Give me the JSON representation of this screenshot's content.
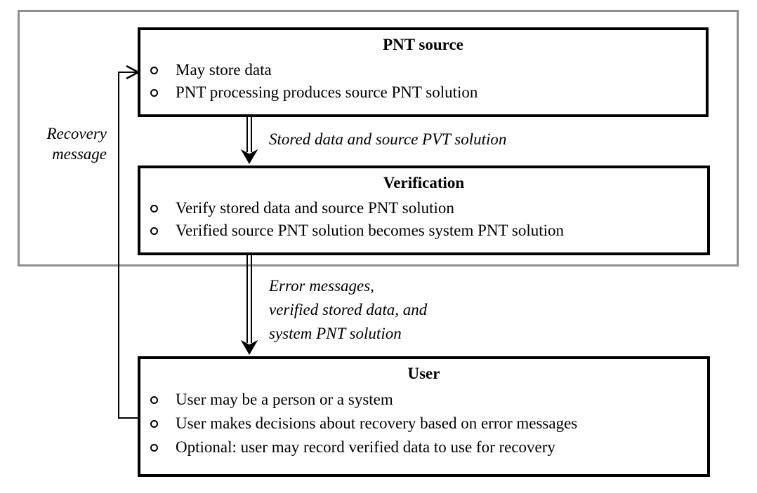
{
  "colors": {
    "background": "#ffffff",
    "line": "#000000",
    "frame_border": "#8f8f8f"
  },
  "boxes": [
    {
      "title": "PNT source",
      "bullets": [
        "May store data",
        "PNT processing produces source PNT solution"
      ]
    },
    {
      "title": "Verification",
      "bullets": [
        "Verify stored data and source PNT solution",
        "Verified source PNT solution becomes system PNT solution"
      ]
    },
    {
      "title": "User",
      "bullets": [
        "User may be a person or a system",
        "User makes decisions about recovery based on error messages",
        "Optional: user may record verified data to use for recovery"
      ]
    }
  ],
  "labels": {
    "source_to_verification": "Stored data and source PVT solution",
    "verification_to_user": [
      "Error messages,",
      "verified stored data, and",
      "system PNT solution"
    ],
    "recovery": [
      "Recovery",
      "message"
    ]
  },
  "icons": {
    "bullet": "circle-outline",
    "flow_arrowhead": "solid-stealth-down",
    "recovery_arrowhead": "open-chevron-right"
  }
}
